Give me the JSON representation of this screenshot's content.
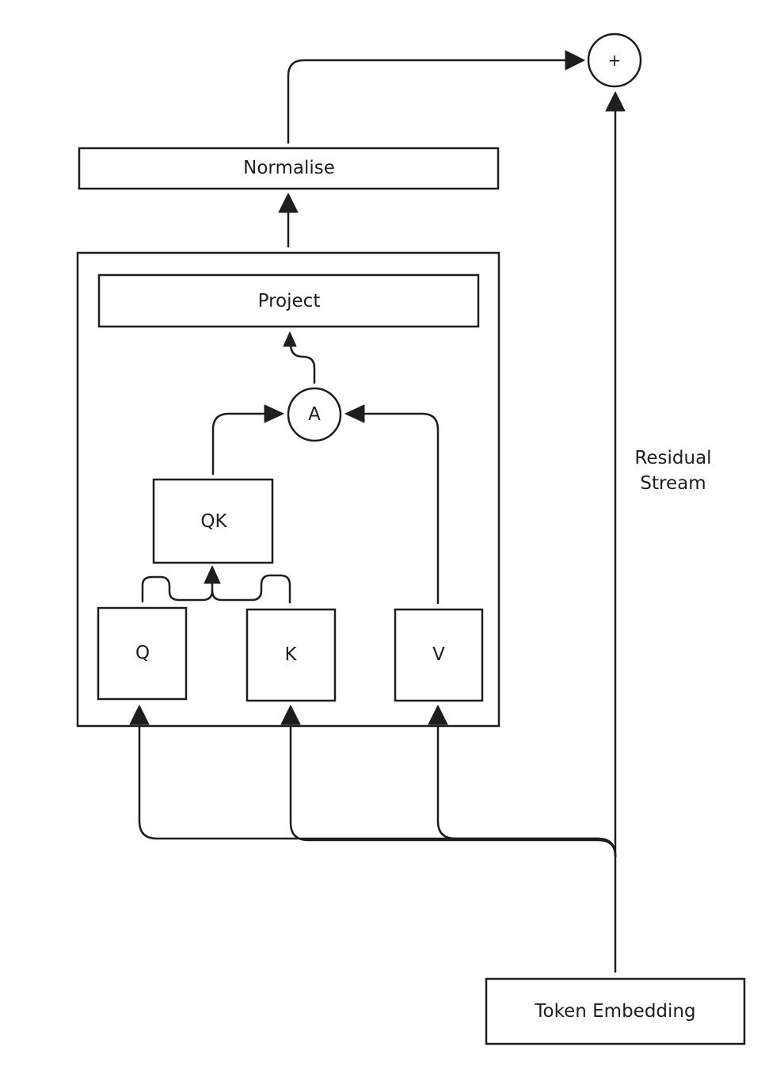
{
  "nodes": {
    "normalise": "Normalise",
    "project": "Project",
    "attention": "A",
    "qk": "QK",
    "q": "Q",
    "k": "K",
    "v": "V",
    "token_embedding": "Token Embedding",
    "add": "+"
  },
  "labels": {
    "residual_line1": "Residual",
    "residual_line2": "Stream"
  },
  "colors": {
    "stroke": "#1e1e1e",
    "background": "#ffffff"
  }
}
